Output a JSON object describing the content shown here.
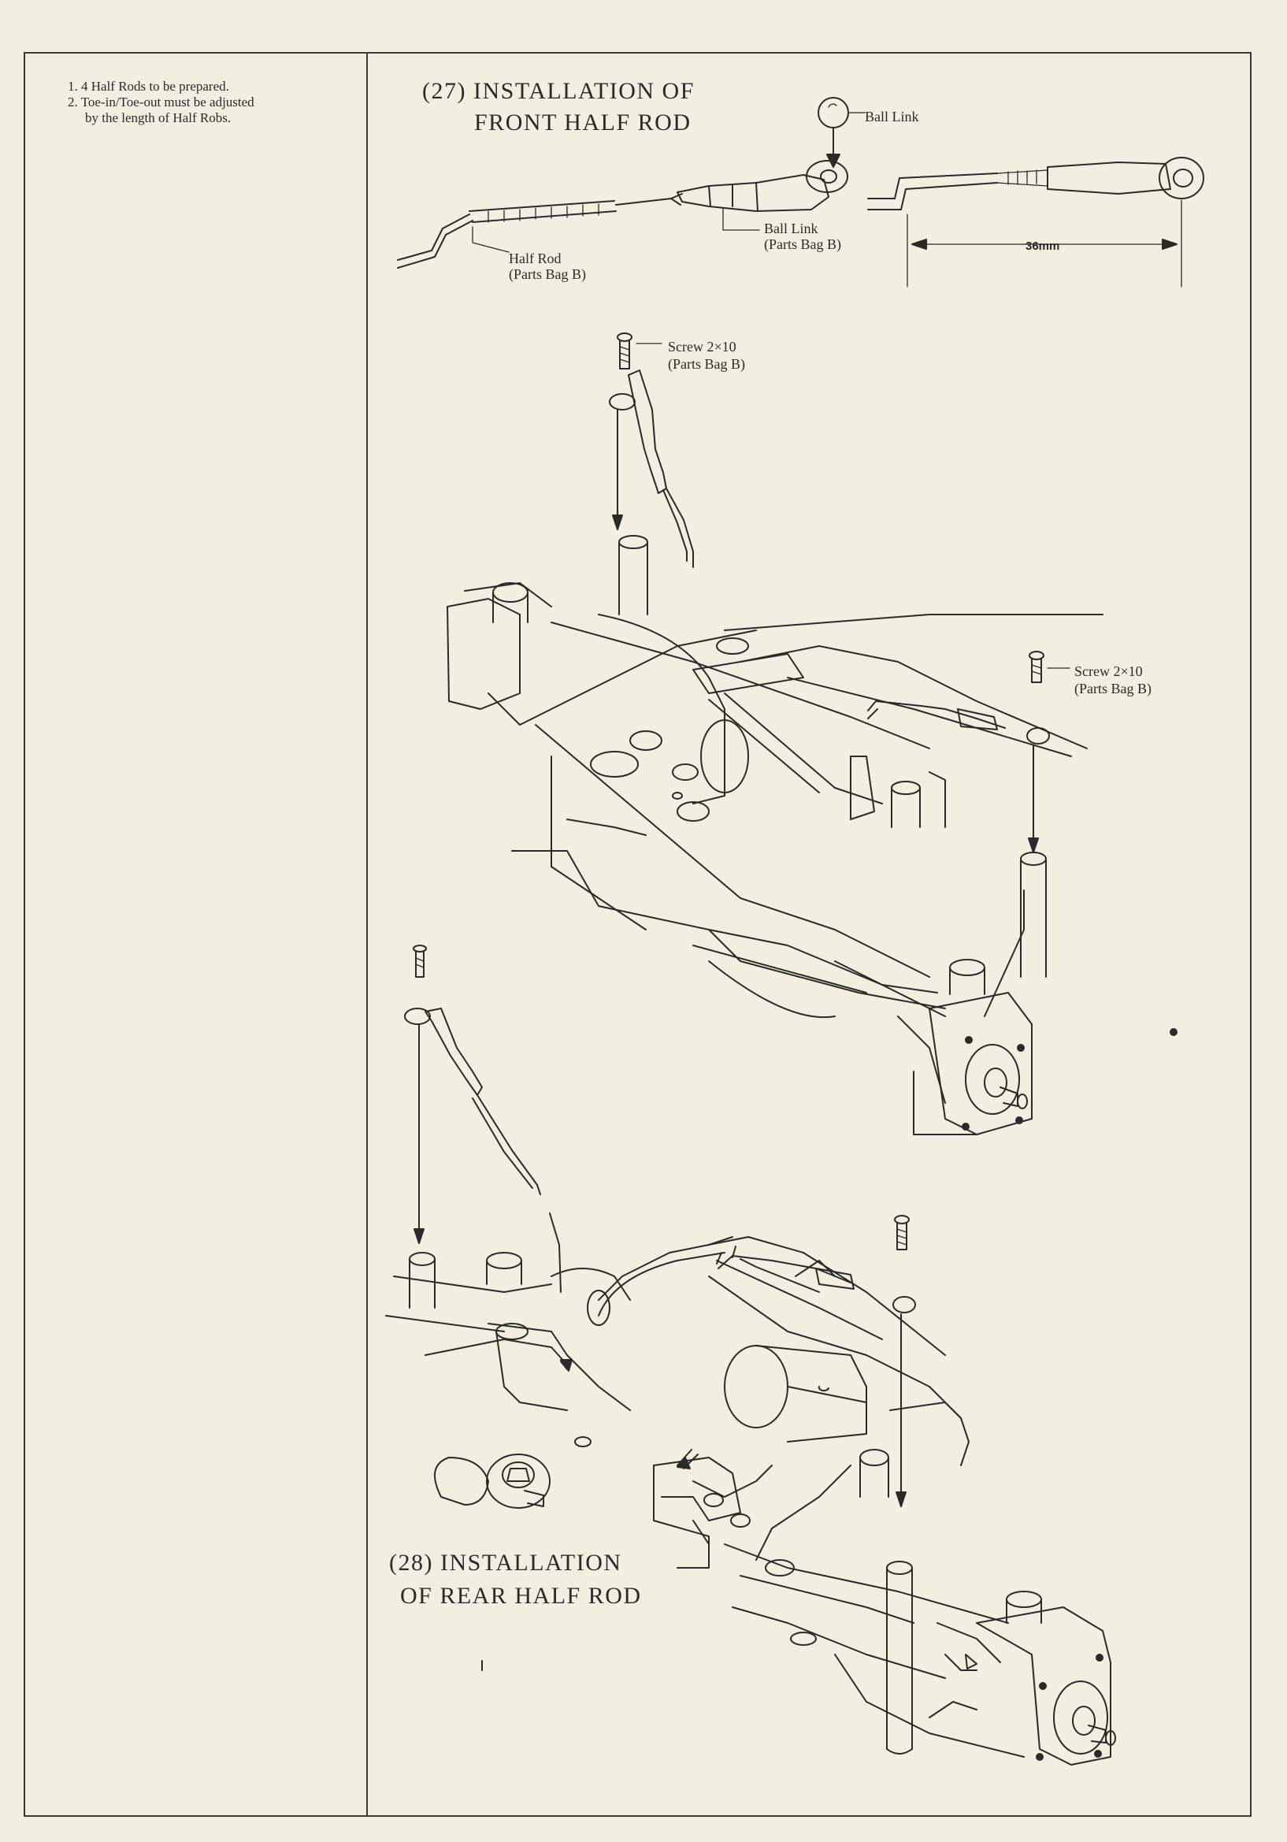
{
  "notes": [
    "1. 4 Half Rods to be prepared.",
    "2. Toe-in/Toe-out must be adjusted",
    "by the length of Half Robs."
  ],
  "step27": {
    "line1": "(27) INSTALLATION OF",
    "line2": "FRONT HALF ROD"
  },
  "step28": {
    "line1": "(28) INSTALLATION",
    "line2": "OF REAR HALF ROD"
  },
  "labels": {
    "ball_link_top": "Ball Link",
    "ball_link": "Ball Link",
    "ball_link_bag": "(Parts Bag B)",
    "half_rod": "Half Rod",
    "half_rod_bag": "(Parts Bag B)",
    "screw_1": "Screw 2×10",
    "screw_1_bag": "(Parts Bag B)",
    "screw_2": "Screw 2×10",
    "screw_2_bag": "(Parts Bag B)",
    "dimension": "36mm"
  }
}
